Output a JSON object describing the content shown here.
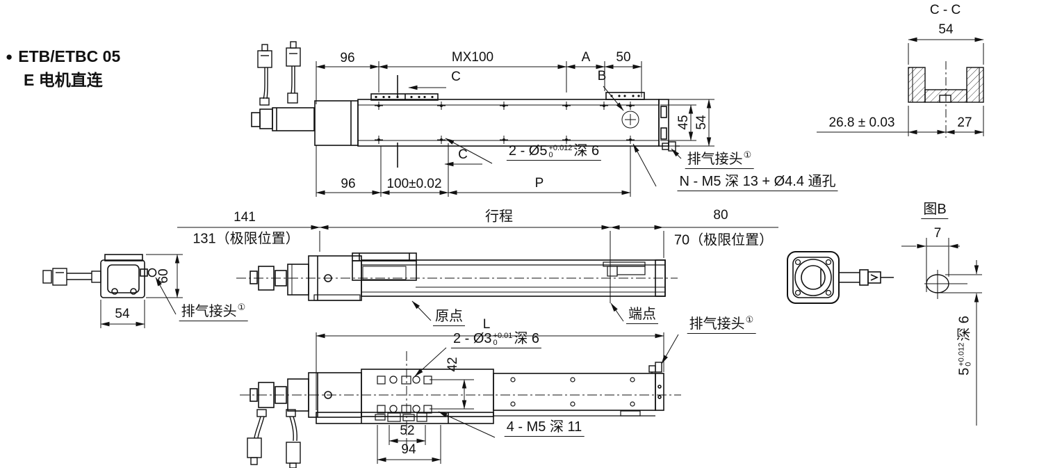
{
  "title": {
    "bullet": "●",
    "product": "ETB/ETBC 05",
    "subtitle": "E 电机直连"
  },
  "top_view": {
    "dim_96_top": "96",
    "dim_mx100": "MX100",
    "dim_a": "A",
    "dim_50": "50",
    "section_c_top": "C",
    "section_c_bottom": "C",
    "label_b": "B",
    "hole_note": {
      "prefix": "2 - Ø5",
      "tol_sup": "+0.012",
      "tol_sub": "0",
      "suffix": "深 6"
    },
    "dim_96_bottom": "96",
    "dim_100": "100±0.02",
    "dim_p": "P",
    "dim_45": "45",
    "dim_54": "54",
    "exhaust": "排气接头",
    "exhaust_sup": "①",
    "n_note": "N - M5 深 13 + Ø4.4 通孔"
  },
  "section_cc": {
    "title": "C - C",
    "dim_54": "54",
    "dim_268": "26.8 ± 0.03",
    "dim_27": "27"
  },
  "side_view": {
    "dim_141": "141",
    "limit_141": "131（极限位置）",
    "stroke_label": "行程",
    "dim_80": "80",
    "limit_80": "70（极限位置）",
    "origin_label": "原点",
    "endpoint_label": "端点",
    "exhaust": "排气接头",
    "exhaust_sup": "①",
    "end_view": {
      "dim_60": "60",
      "dim_54": "54"
    }
  },
  "detail_b": {
    "title": "图B",
    "dim_7": "7",
    "slot_note": {
      "prefix": "5",
      "tol_sup": "+0.012",
      "tol_sub": "0",
      "suffix": "深 6"
    }
  },
  "bottom_view": {
    "dim_l": "L",
    "hole_note": {
      "prefix": "2 - Ø3",
      "tol_sup": "+0.01",
      "tol_sub": "0",
      "suffix": "深 6"
    },
    "dim_42": "42",
    "dim_52": "52",
    "dim_94": "94",
    "m5_note": "4 - M5 深 11",
    "exhaust": "排气接头",
    "exhaust_sup": "①"
  }
}
